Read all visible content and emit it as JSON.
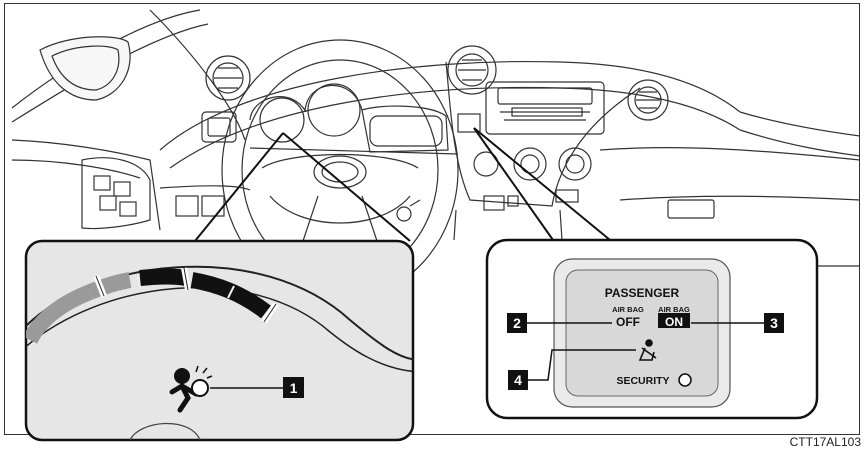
{
  "figure": {
    "code": "CTT17AL103",
    "callouts": [
      "1",
      "2",
      "3",
      "4"
    ],
    "panel": {
      "title": "PASSENGER",
      "airbag_label_off": "AIR BAG",
      "airbag_state_off": "OFF",
      "airbag_label_on": "AIR BAG",
      "airbag_state_on": "ON",
      "security_label": "SECURITY"
    },
    "icons": [
      "airbag-warning-icon",
      "seatbelt-reminder-icon",
      "security-indicator-icon"
    ]
  }
}
